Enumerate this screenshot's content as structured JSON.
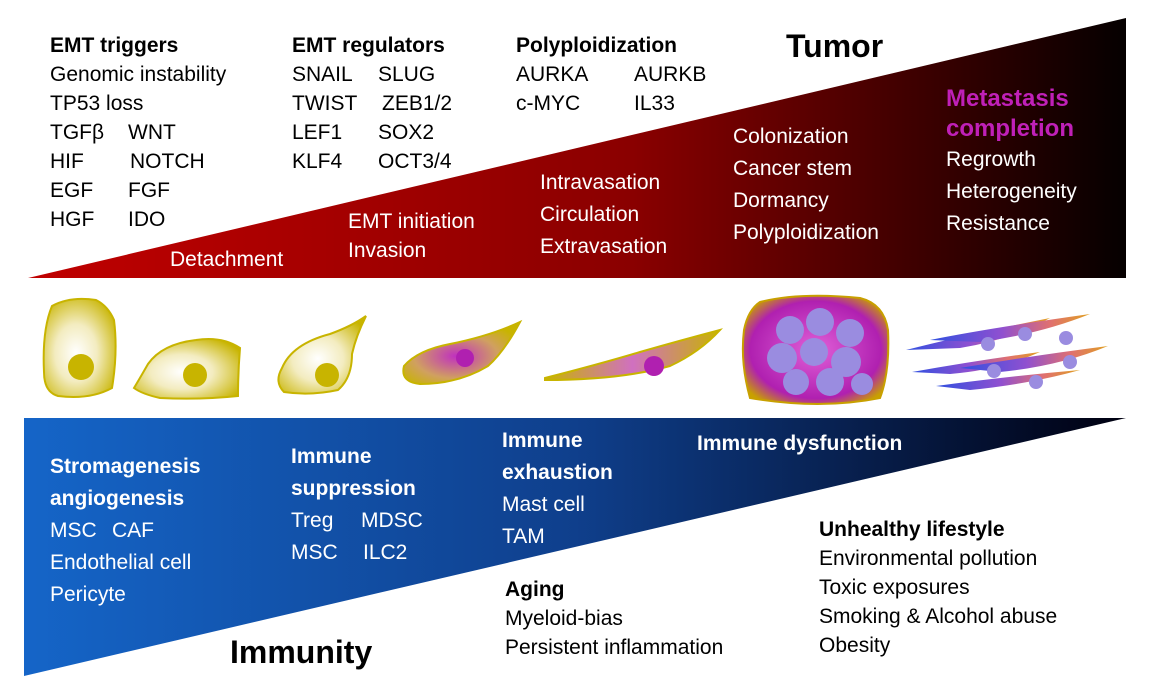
{
  "tumor": {
    "title": "Tumor",
    "emt_triggers": {
      "heading": "EMT triggers",
      "line1": "Genomic instability",
      "line2": "TP53 loss",
      "pairs": [
        [
          "TGFβ",
          "WNT"
        ],
        [
          "HIF",
          "NOTCH"
        ],
        [
          "EGF",
          "FGF"
        ],
        [
          "HGF",
          "IDO"
        ]
      ]
    },
    "emt_regulators": {
      "heading": "EMT regulators",
      "pairs": [
        [
          "SNAIL",
          "SLUG"
        ],
        [
          "TWIST",
          "ZEB1/2"
        ],
        [
          "LEF1",
          "SOX2"
        ],
        [
          "KLF4",
          "OCT3/4"
        ]
      ]
    },
    "polyploidization": {
      "heading": "Polyploidization",
      "pairs": [
        [
          "AURKA",
          "AURKB"
        ],
        [
          "c-MYC",
          "IL33"
        ]
      ]
    },
    "stages": {
      "detachment": "Detachment",
      "emt_initiation": "EMT initiation",
      "invasion": "Invasion",
      "intravasation": "Intravasation",
      "circulation": "Circulation",
      "extravasation": "Extravasation",
      "colonization": "Colonization",
      "cancer_stem": "Cancer stem",
      "dormancy": "Dormancy",
      "polyploidization": "Polyploidization",
      "metastasis_line1": "Metastasis",
      "metastasis_line2": "completion",
      "regrowth": "Regrowth",
      "heterogeneity": "Heterogeneity",
      "resistance": "Resistance"
    }
  },
  "immunity": {
    "title": "Immunity",
    "stromagenesis": {
      "heading1": "Stromagenesis",
      "heading2": "angiogenesis",
      "pair": [
        "MSC",
        "CAF"
      ],
      "line1": "Endothelial cell",
      "line2": "Pericyte"
    },
    "suppression": {
      "heading1": "Immune",
      "heading2": "suppression",
      "pairs": [
        [
          "Treg",
          "MDSC"
        ],
        [
          "MSC",
          "ILC2"
        ]
      ]
    },
    "exhaustion": {
      "heading1": "Immune",
      "heading2": "exhaustion",
      "line1": "Mast cell",
      "line2": "TAM"
    },
    "dysfunction": "Immune dysfunction"
  },
  "aging": {
    "heading": "Aging",
    "line1": "Myeloid-bias",
    "line2": "Persistent inflammation"
  },
  "lifestyle": {
    "heading": "Unhealthy lifestyle",
    "items": [
      "Environmental pollution",
      "Toxic exposures",
      "Smoking & Alcohol abuse",
      "Obesity"
    ]
  },
  "colors": {
    "tumor_start": "#c00000",
    "tumor_end": "#000000",
    "immunity_start": "#1565c8",
    "immunity_end": "#000000",
    "epithelial_cell": "#c8b400",
    "mesenchymal_cell": "#b020b0",
    "polyploid_nucleus": "#9a8ce0",
    "metastasis_text": "#c020b8"
  }
}
